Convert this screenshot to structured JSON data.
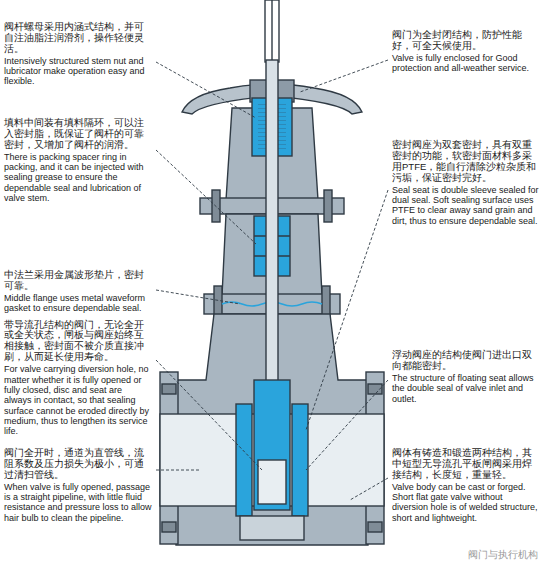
{
  "diagram": {
    "labels": [
      "阀杆螺母采用内涵式结构，并可自注油脂注润滑剂，操作轻便灵活。",
      "Intensively structured stem nut and lubricator make operation easy and flexible.",
      "填料中间装有填料隔环，可以注入密封脂，既保证了阀杆的可靠密封，又增加了阀杆的润滑。",
      "There is packing spacer ring in packing, and it can be injected with sealing grease to ensure the dependable seal and lubrication of valve stem.",
      "中法兰采用金属波形垫片，密封可靠。",
      "Middle flange uses metal waveform gasket to ensure dependable seal.",
      "带导流孔结构的阀门，无论全开或全关状态，闸板与阀座始终互相接触，密封面不被介质直接冲刷，从而延长使用寿命。",
      "For valve carrying diversion hole, no matter whether it is fully opened or fully closed, disc and seat are always in contact, so that sealing surface cannot be eroded directly by medium, thus to lengthen its service life.",
      "阀门全开时，通道为直管线，流阻系数及压力损失为极小，可通过清扫管线。",
      "When valve is fully opened, passage is a straight pipeline, with little fluid resistance and pressure loss to allow hair bulb to clean the pipeline.",
      "阀门为全封闭结构，防护性能好，可全天候使用。",
      "Valve is fully enclosed for Good protection and all-weather service.",
      "密封阀座为双套密封，具有双重密封的功能，软密封面材料多采用PTFE，能自行清除沙粒杂质和污垢，保证密封完好。",
      "Seal seat is double sleeve sealed for dual seal. Soft sealing surface uses PTFE to clear away sand grain and dirt, thus to ensure dependable seal.",
      "浮动阀座的结构使阀门进出口双向都能密封。",
      "The structure of floating seat allows the double seal of valve inlet and outlet.",
      "阀体有铸造和锻造两种结构，其中短型无导流孔平板闸阀采用焊接结构，长度短，重量轻。",
      "Valve body can be cast or forged. Short flat gate valve without diversion hole is of welded structure, short and lightweight.",
      "阀门与执行机构"
    ]
  }
}
